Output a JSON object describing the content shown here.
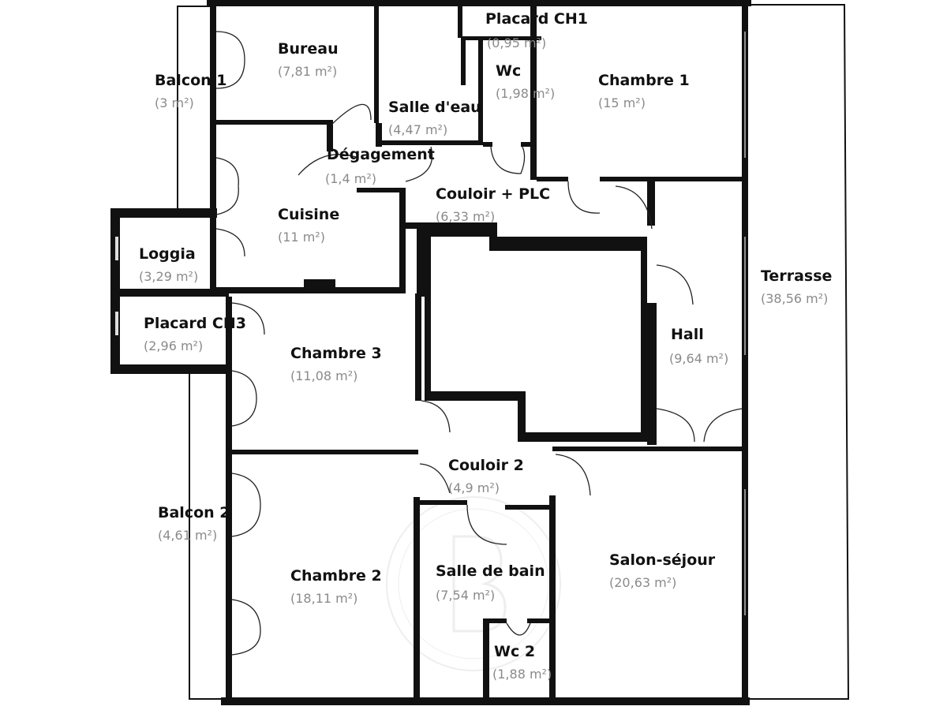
{
  "rooms": {
    "placard_ch1": {
      "name": "Placard CH1",
      "area": "(0,95 m²)"
    },
    "bureau": {
      "name": "Bureau",
      "area": "(7,81 m²)"
    },
    "balcon1": {
      "name": "Balcon 1",
      "area": "(3  m²)"
    },
    "wc": {
      "name": "Wc",
      "area": "(1,98 m²)"
    },
    "chambre1": {
      "name": "Chambre 1",
      "area": "(15 m²)"
    },
    "salle_eau": {
      "name": "Salle d'eau",
      "area": "(4,47 m²)"
    },
    "degagement": {
      "name": "Dégagement",
      "area": "(1,4 m²)"
    },
    "couloir_plc": {
      "name": "Couloir + PLC",
      "area": "(6,33 m²)"
    },
    "cuisine": {
      "name": "Cuisine",
      "area": "(11 m²)"
    },
    "loggia": {
      "name": "Loggia",
      "area": "(3,29 m²)"
    },
    "terrasse": {
      "name": "Terrasse",
      "area": "(38,56 m²)"
    },
    "placard_ch3": {
      "name": "Placard CH3",
      "area": "(2,96 m²)"
    },
    "chambre3": {
      "name": "Chambre 3",
      "area": "(11,08 m²)"
    },
    "hall": {
      "name": "Hall",
      "area": "(9,64 m²)"
    },
    "couloir2": {
      "name": "Couloir 2",
      "area": "(4,9 m²)"
    },
    "balcon2": {
      "name": "Balcon 2",
      "area": "(4,61 m²)"
    },
    "salle_bain": {
      "name": "Salle de bain",
      "area": "(7,54 m²)"
    },
    "salon": {
      "name": "Salon-séjour",
      "area": "(20,63 m²)"
    },
    "chambre2": {
      "name": "Chambre 2",
      "area": "(18,11 m²)"
    },
    "wc2": {
      "name": "Wc 2",
      "area": "(1,88 m²)"
    }
  },
  "colors": {
    "wall": "#111111",
    "name": "#111111",
    "area": "#8a8a8a",
    "watermark": "#d9d9d9"
  }
}
